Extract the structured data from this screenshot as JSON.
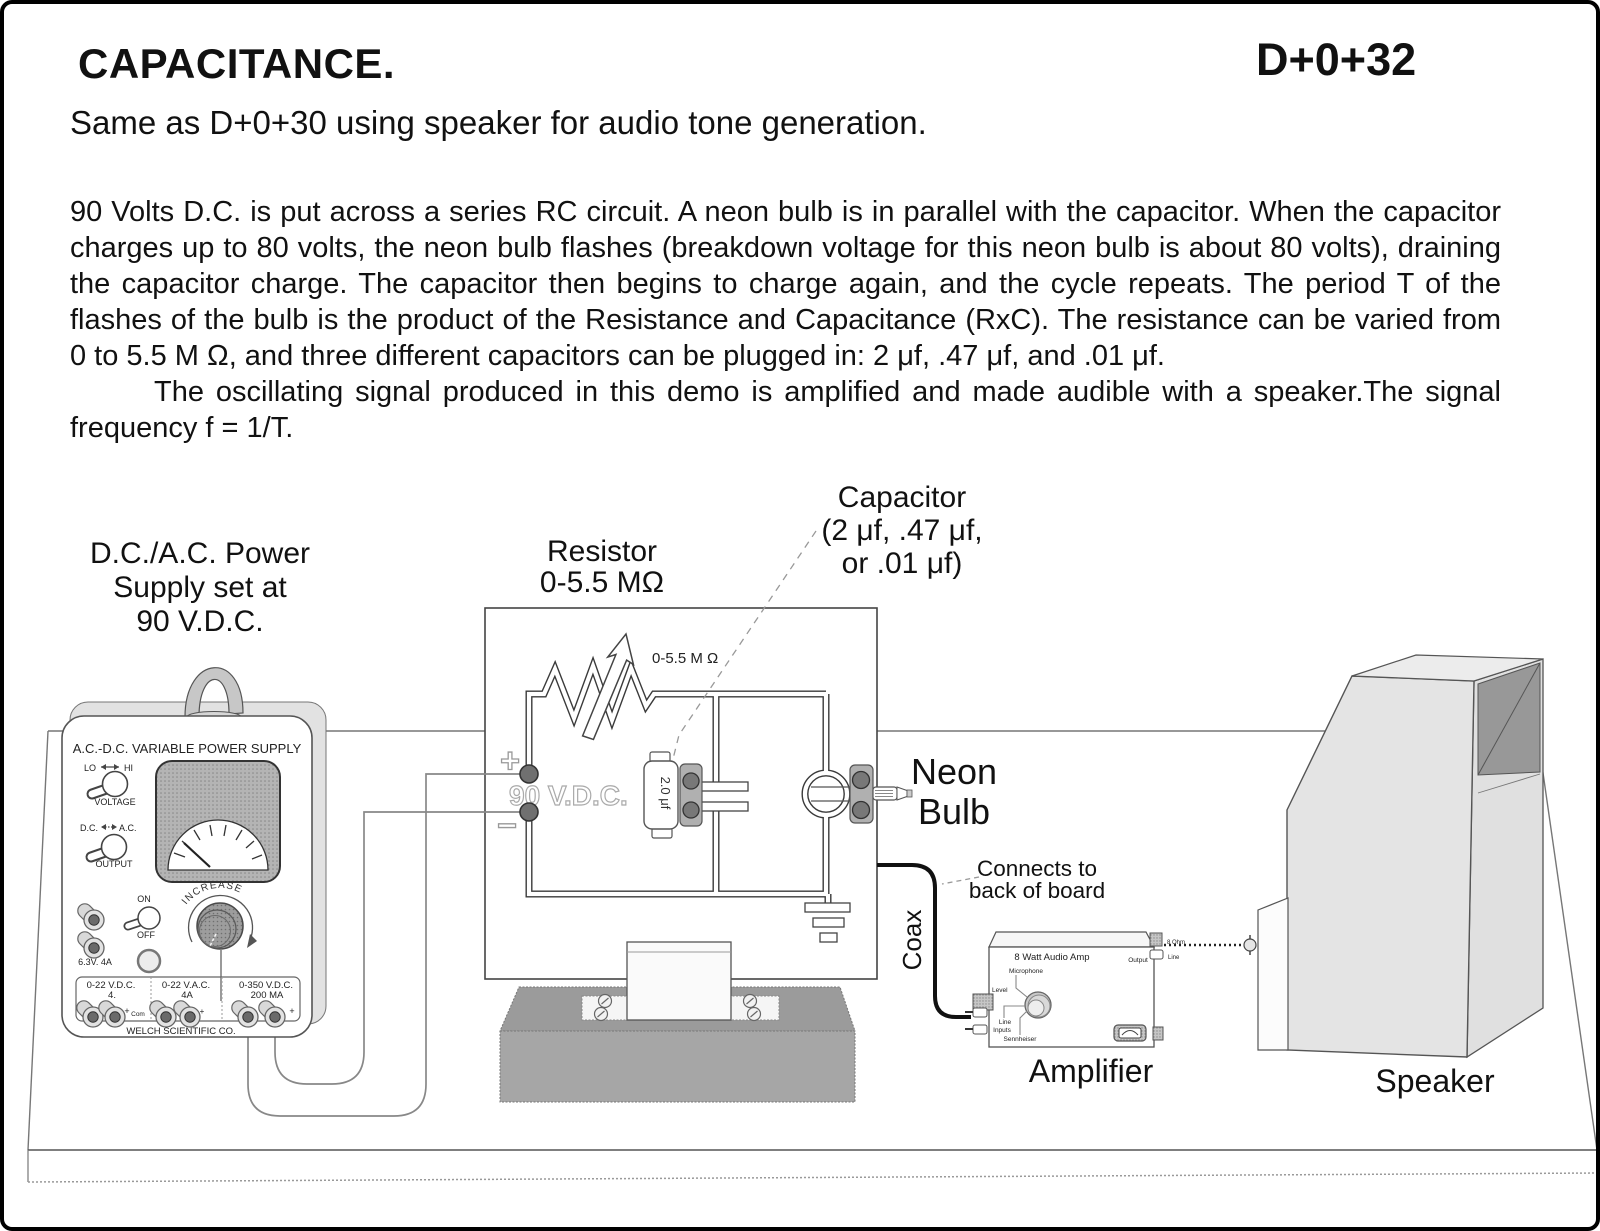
{
  "page": {
    "title": "CAPACITANCE.",
    "code": "D+0+32",
    "subtitle": "Same as D+0+30 using speaker for audio tone generation.",
    "paragraph1": "90 Volts D.C. is put across a series RC circuit. A neon bulb is in parallel with the capacitor. When the capacitor charges up to 80 volts, the neon bulb flashes (breakdown voltage for this neon bulb is about 80 volts), draining the capacitor charge. The capacitor then begins to charge again, and the cycle repeats.  The period T of the flashes of the bulb is the product of the Resistance and Capacitance (RxC).  The resistance can be varied from 0 to 5.5 M Ω, and three different capacitors can be plugged in: 2 μf, .47 μf, and .01 μf.",
    "paragraph2": "The oscillating signal produced in this demo is amplified and made audible with a speaker.The signal frequency f = 1/T."
  },
  "diagram_labels": {
    "power_supply": [
      "D.C./A.C. Power",
      "Supply set at",
      "90 V.D.C."
    ],
    "resistor": [
      "Resistor",
      "0-5.5 MΩ"
    ],
    "capacitor": [
      "Capacitor",
      "(2 μf, .47 μf,",
      "or .01 μf)"
    ],
    "neon_bulb": [
      "Neon",
      "Bulb"
    ],
    "connects": [
      "Connects to",
      "back of board"
    ],
    "coax": "Coax",
    "amplifier": "Amplifier",
    "speaker": "Speaker"
  },
  "power_supply_panel": {
    "title": "A.C.-D.C. VARIABLE POWER SUPPLY",
    "lo": "LO",
    "hi": "HI",
    "voltage": "VOLTAGE",
    "dc": "D.C.",
    "ac": "A.C.",
    "output": "OUTPUT",
    "on": "ON",
    "off": "OFF",
    "increase": "INCREASE",
    "aux": "6.3V.  4A",
    "sec1_line1": "0-22 V.D.C.",
    "sec1_line2": "4.",
    "sec2_line1": "0-22 V.A.C.",
    "sec2_line2": "4A",
    "sec3_line1": "0-350 V.D.C.",
    "sec3_line2": "200 MA",
    "signs": [
      "-",
      "+",
      "Com",
      "+",
      "-",
      "+"
    ],
    "brand": "WELCH SCIENTIFIC CO."
  },
  "circuit_board": {
    "plus": "+",
    "minus": "−",
    "voltage": "90 V.D.C.",
    "resistor_value": "0-5.5 M Ω",
    "capacitor_value": "2.0 μf"
  },
  "amplifier_unit": {
    "title": "8 Watt Audio Amp",
    "output": "Output",
    "ohm": "8 Ohm",
    "line_out": "Line",
    "microphone": "Microphone",
    "level": "Level",
    "line_in": "Line",
    "inputs": "Inputs",
    "sennheiser": "Sennheiser"
  }
}
